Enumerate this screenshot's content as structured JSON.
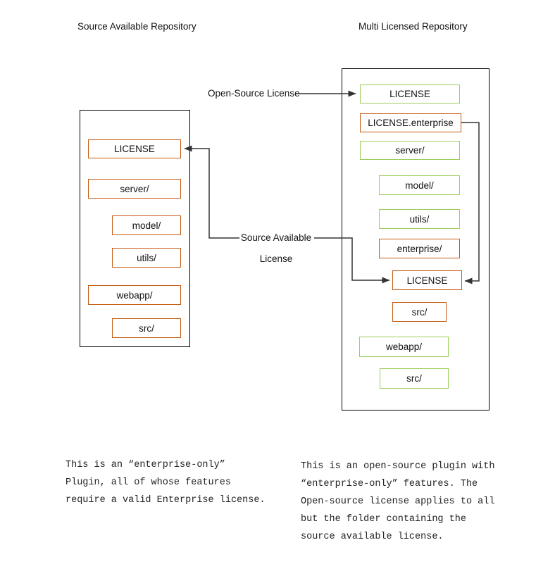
{
  "titles": {
    "left": "Source Available Repository",
    "right": "Multi Licensed Repository"
  },
  "connectors": {
    "open_source_label": "Open-Source License",
    "source_available_line1": "Source Available",
    "source_available_line2": "License"
  },
  "left_repo": {
    "items": [
      {
        "label": "LICENSE",
        "color": "orange"
      },
      {
        "label": "server/",
        "color": "orange"
      },
      {
        "label": "model/",
        "color": "orange"
      },
      {
        "label": "utils/",
        "color": "orange"
      },
      {
        "label": "webapp/",
        "color": "orange"
      },
      {
        "label": "src/",
        "color": "orange"
      }
    ]
  },
  "right_repo": {
    "items": [
      {
        "label": "LICENSE",
        "color": "green"
      },
      {
        "label": "LICENSE.enterprise",
        "color": "orange"
      },
      {
        "label": "server/",
        "color": "green"
      },
      {
        "label": "model/",
        "color": "green"
      },
      {
        "label": "utils/",
        "color": "green"
      },
      {
        "label": "enterprise/",
        "color": "orange"
      },
      {
        "label": "LICENSE",
        "color": "orange"
      },
      {
        "label": "src/",
        "color": "orange"
      },
      {
        "label": "webapp/",
        "color": "green"
      },
      {
        "label": "src/",
        "color": "green"
      }
    ]
  },
  "notes": {
    "left_lines": [
      "This is an “enterprise-only”",
      "Plugin, all of whose features",
      "require a valid Enterprise license."
    ],
    "right_lines": [
      "This is an open-source plugin with",
      "“enterprise-only” features. The",
      "Open-source license applies to all",
      "but the folder containing the",
      "source available license."
    ]
  },
  "colors": {
    "orange_border": "#C55A11",
    "green_border": "#9CCE5A",
    "outer_border": "#000000",
    "arrow": "#333333",
    "background": "#FFFFFF"
  }
}
